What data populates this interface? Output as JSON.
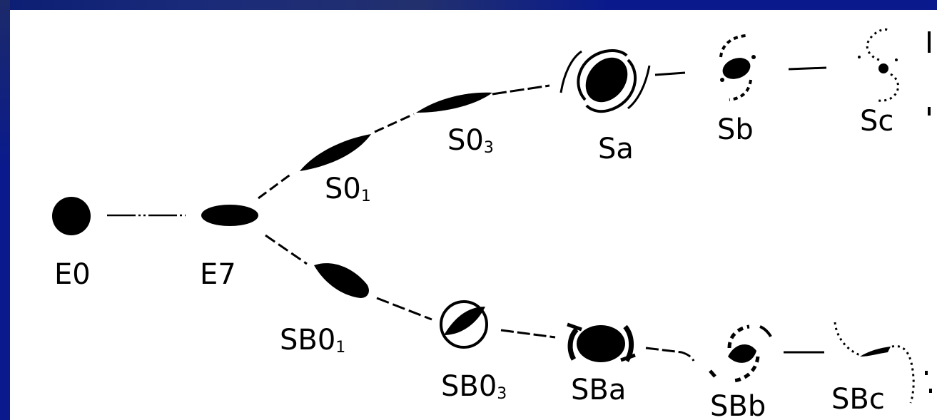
{
  "background_color": "#0a1a8c",
  "panel_color": "#ffffff",
  "ink_color": "#000000",
  "nodes": {
    "E0": {
      "base": "E0"
    },
    "E7": {
      "base": "E7"
    },
    "S01": {
      "base": "S0",
      "sub": "1"
    },
    "S03": {
      "base": "S0",
      "sub": "3"
    },
    "Sa": {
      "base": "Sa"
    },
    "Sb": {
      "base": "Sb"
    },
    "Sc": {
      "base": "Sc"
    },
    "SB01": {
      "base": "SB0",
      "sub": "1"
    },
    "SB03": {
      "base": "SB0",
      "sub": "3"
    },
    "SBa": {
      "base": "SBa"
    },
    "SBb": {
      "base": "SBb"
    },
    "SBc": {
      "base": "SBc"
    }
  }
}
